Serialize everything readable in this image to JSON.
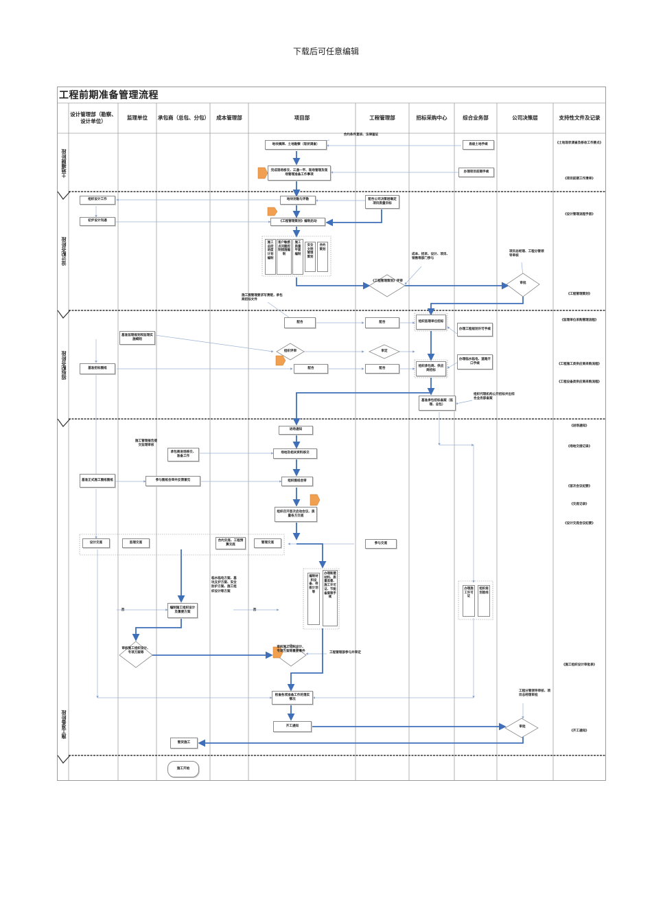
{
  "header_note": "下载后可任意编辑",
  "title": "工程前期准备管理流程",
  "lanes": [
    "设计管理部（勘察、设计单位）",
    "监理单位",
    "承包商（总包、分包）",
    "成本管理部",
    "项目部",
    "工程管理部",
    "招标采购中心",
    "综合业务部",
    "公司决策层",
    "支持性文件及记录"
  ],
  "stages": [
    "土地摘牌阶段",
    "设计配合阶段",
    "招标配合阶段",
    "施工准备阶段"
  ],
  "nodes": {
    "n1": "合约条件复核、法律鉴证",
    "n2": "地块摘牌、土地勘察（现状调查）",
    "n3": "县级土地手续",
    "n4": "完成现场移交、三通一平、现场管理及现场管理准备工作事项",
    "n5": "办理项目前期手续",
    "n6": "组织设计工作",
    "n7": "地块划勘与评勘",
    "n8": "配合公司决策层确定项目质量目标",
    "n9": "初步设计沟通",
    "n10": "《工程管理策划》编制启动",
    "n11": "施工总控进度计划编制",
    "n12": "客户敏感点问题控制措施编制",
    "n13": "施工质量平面编制",
    "n14": "安全文明管理策划",
    "n15": "合约策划",
    "n16": "成本、招采、设计、项目、销售等部门参与",
    "n17": "项目总经理、工程分管领导审核",
    "n18": "《工程管理策划》评审",
    "n19": "审批",
    "n20": "施工图管理要求写清楚，承包商招标文件",
    "n21": "配合",
    "n22": "配合",
    "n23": "组织监理单位招标",
    "n24": "办理工程规划许可手续",
    "n25": "基准监理规划和监理实施细则",
    "n26": "组织评审",
    "n27": "审定",
    "n28": "办理临水临电、道路开口手续",
    "n29": "基准招标图纸",
    "n30": "配合",
    "n31": "配合",
    "n32": "组织承包商、供应商招标",
    "n33": "组织代理机构公开招标并出综合业务部备案",
    "n34": "基准承包招标备案（监理、总包）",
    "n35": "进场通知",
    "n36": "施工管理报告提交监理审核",
    "n37": "承包商进场移交、准备工作",
    "n38": "场地及相关资料移交",
    "n39": "基准正式施工图纸图纸",
    "n40": "参与图纸会审并反馈意见",
    "n41": "组织图纸会审",
    "n42": "组织召开首次启动会议、质量各方交底",
    "n43": "设计交底",
    "n44": "监理交底",
    "n45": "合约交底、工程预算交底",
    "n46": "管理交底",
    "n47": "参与交底",
    "n48": "临水临电方案、基坑支护方案、安全防护方案、施工组织设计等方案",
    "n49": "编制施工组织设计及重要方案",
    "n50": "编制材料设备、样板计划等",
    "n51": "办理新建材料、质量监督、施工许可证、节能备案等手续",
    "n52": "办理施工许可证",
    "n53": "组织规划验线",
    "n54": "否",
    "n55": "否",
    "n56": "审核施工组织设计、专项方案等",
    "n57": "审核施工组织设计、专项方案等重要事件",
    "n58": "工程管理部参与并审定",
    "n59": "检查各项准备工作的落实情况",
    "n60": "工程分管领导审核、项目总经理审批",
    "n61": "开工通知",
    "n62": "审批",
    "n63": "暂货施工",
    "n64": "施工开始"
  },
  "docs": {
    "d1": "《土地现状调查及移收工作要点》",
    "d2": "《项目前期工作清单》",
    "d3": "《设计管理流程手册》",
    "d4": "《工程管理策划》",
    "d5": "《监理单位采购管理流程》",
    "d6": "《工程施工类供应商采购流程》",
    "d7": "《工程设备类供应商采购流程》",
    "d8": "《进场通知》",
    "d9": "《场地交接记录》",
    "d10": "《首次会议纪要》",
    "d11": "《交底记录》",
    "d12": "《设计交底会议纪要》",
    "d13": "《施工组织设计审批表》",
    "d14": "《开工通知》"
  },
  "colors": {
    "flow_blue": "#3f6fb8",
    "thin_line": "#9bb0d6",
    "marker_orange": "#f0a050",
    "divider": "#333333"
  }
}
